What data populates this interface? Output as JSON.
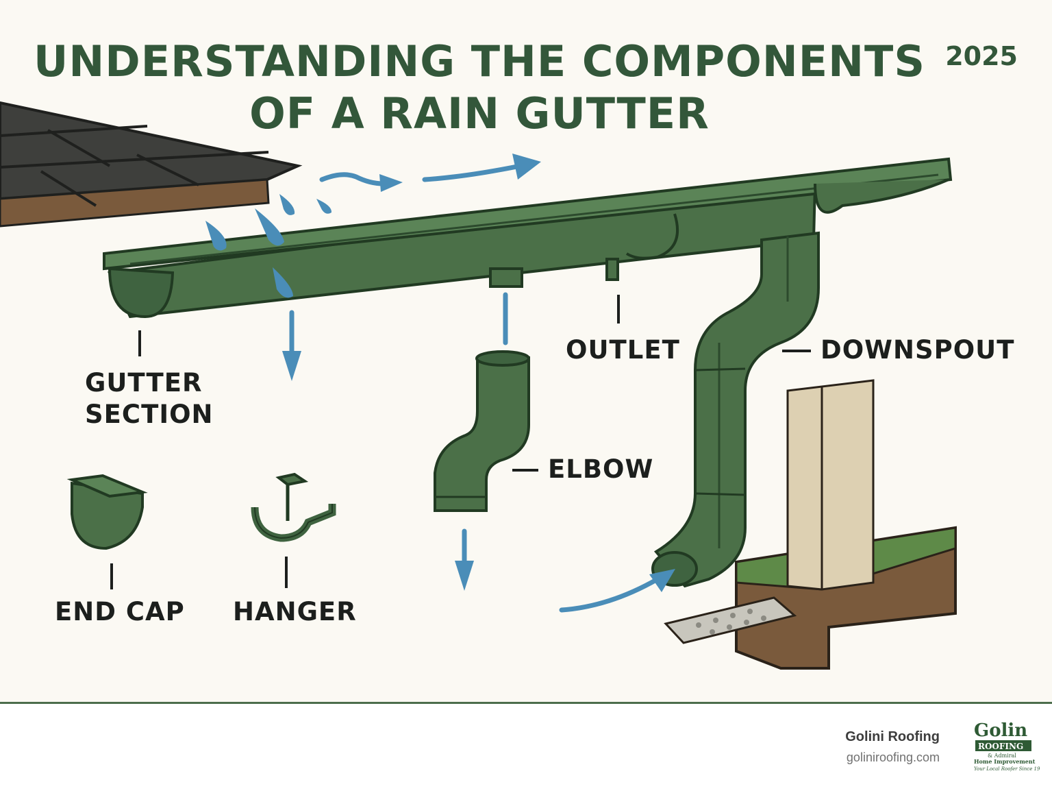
{
  "title": {
    "line1": "UNDERSTANDING THE COMPONENTS",
    "line2": "OF A RAIN GUTTER"
  },
  "year": "2025",
  "labels": {
    "gutter_section": [
      "GUTTER",
      "SECTION"
    ],
    "outlet": "OUTLET",
    "downspout": "DOWNSPOUT",
    "elbow": "ELBOW",
    "end_cap": "END CAP",
    "hanger": "HANGER"
  },
  "footer": {
    "company": "Golini Roofing",
    "website": "goliniroofing.com"
  },
  "logo": {
    "line1": "Golin",
    "line2": "ROOFING",
    "line3": "& Admiral",
    "line4": "Home Improvement",
    "line5": "Your Local Roofer Since 19"
  },
  "colors": {
    "gutter_green": "#4b7048",
    "title_green": "#33573a",
    "water_blue": "#4a8db8",
    "background": "#fbf9f3"
  }
}
